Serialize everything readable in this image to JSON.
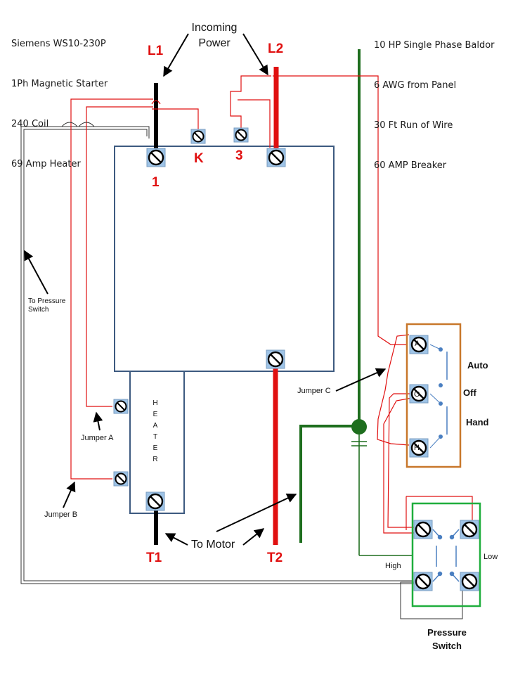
{
  "starter_notes": [
    "Siemens WS10-230P",
    "1Ph Magnetic Starter",
    "240 Coil",
    "69 Amp Heater"
  ],
  "motor_notes": [
    "10 HP Single Phase Baldor",
    "6 AWG from Panel",
    "30 Ft Run of Wire",
    "60 AMP Breaker"
  ],
  "incoming_power": [
    "Incoming",
    "Power"
  ],
  "terminals": {
    "l1": "L1",
    "l2": "L2",
    "k": "K",
    "three": "3",
    "one": "1",
    "t1": "T1",
    "t2": "T2"
  },
  "heater_letters": [
    "H",
    "E",
    "A",
    "T",
    "E",
    "R"
  ],
  "hoa": {
    "a": "A",
    "o": "O",
    "h": "H",
    "auto": "Auto",
    "off": "Off",
    "hand": "Hand"
  },
  "jumpers": {
    "a": "Jumper A",
    "b": "Jumper B",
    "c": "Jumper C"
  },
  "to_pressure_switch": [
    "To Pressure",
    "Switch"
  ],
  "to_motor": "To Motor",
  "pressure_switch": {
    "high": "High",
    "low": "Low",
    "title": [
      "Pressure",
      "Switch"
    ]
  },
  "colors": {
    "red_wire": "#e01010",
    "black_wire": "#000000",
    "ground": "#1e6e1e",
    "box": "#3d5a80",
    "hoa_box": "#c8772a",
    "ps_box": "#1fae3d",
    "screw_face": "#9ec3e6"
  }
}
